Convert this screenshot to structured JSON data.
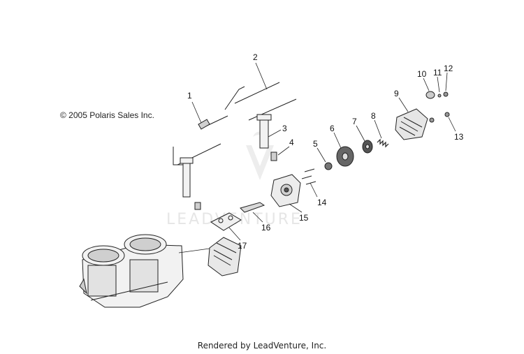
{
  "copyright": "© 2005 Polaris Sales Inc.",
  "footer": "Rendered by LeadVenture, Inc.",
  "watermark": "LEADVENTURE",
  "colors": {
    "line": "#222222",
    "part_fill": "#f2f2f2",
    "part_dark": "#555555",
    "watermark": "#e6e6e6"
  },
  "callouts": [
    "1",
    "2",
    "3",
    "4",
    "5",
    "6",
    "7",
    "8",
    "9",
    "10",
    "11",
    "12",
    "13",
    "14",
    "15",
    "16",
    "17"
  ]
}
